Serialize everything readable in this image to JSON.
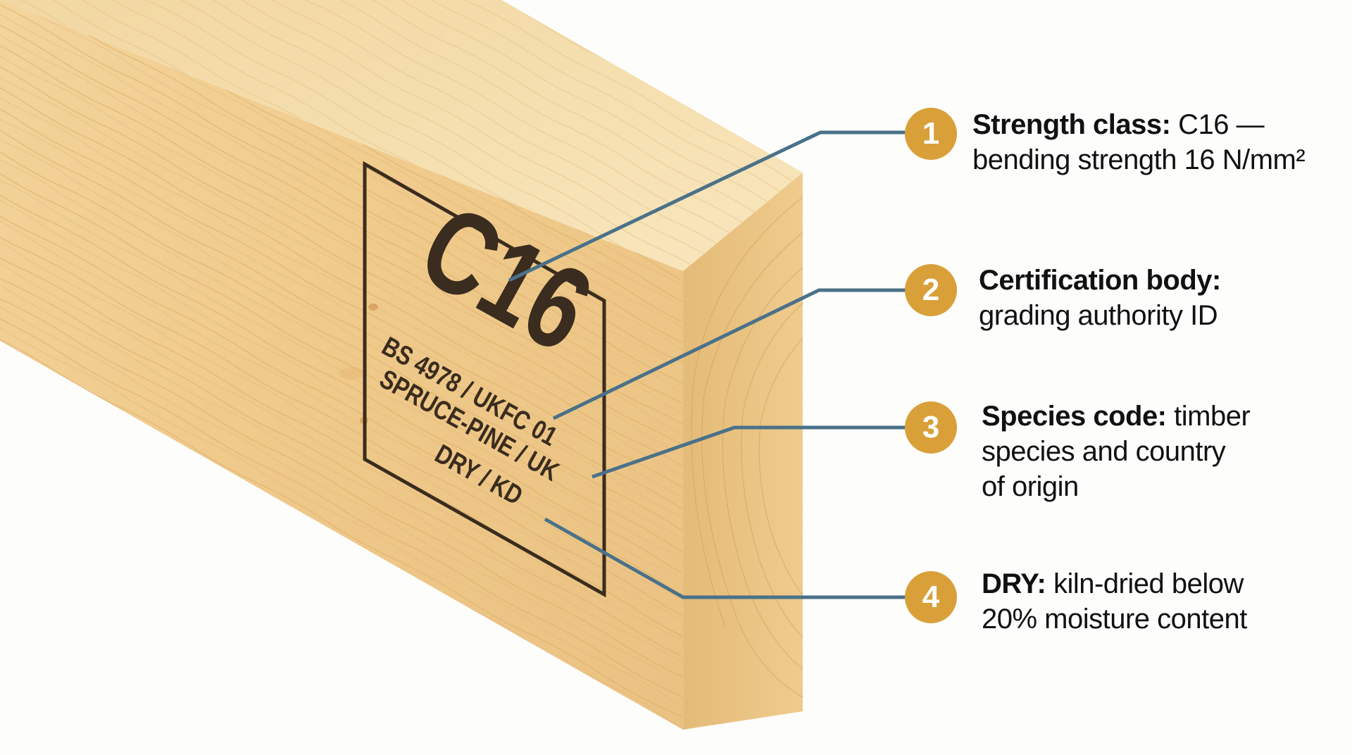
{
  "colors": {
    "background": "#fdfdfc",
    "wood_front": "#efc98a",
    "wood_front_light": "#f5d9a4",
    "wood_top": "#f4dca8",
    "wood_top_light": "#f8e6bd",
    "wood_end": "#ebc684",
    "wood_end_dark": "#dcb06a",
    "grain": "#d9ac66",
    "stamp_ink": "#3a2c1e",
    "leader_line": "#4a7189",
    "badge": "#d9a03a",
    "badge_text": "#ffffff",
    "label_text": "#111111"
  },
  "stamp": {
    "grade": "C16",
    "lines": [
      "BS 4978 / UKFC 01",
      "SPRUCE-PINE / UK",
      "DRY / KD"
    ]
  },
  "callouts": [
    {
      "number": "1",
      "title": "Strength class:",
      "lines": [
        "C16 —",
        "bending strength 16 N/mm²"
      ]
    },
    {
      "number": "2",
      "title": "Certification body:",
      "lines": [
        "",
        "grading authority ID"
      ]
    },
    {
      "number": "3",
      "title": "Species code:",
      "lines": [
        "timber",
        "species and country",
        "of origin"
      ]
    },
    {
      "number": "4",
      "title": "DRY:",
      "lines": [
        "kiln-dried below",
        "20% moisture content"
      ]
    }
  ]
}
